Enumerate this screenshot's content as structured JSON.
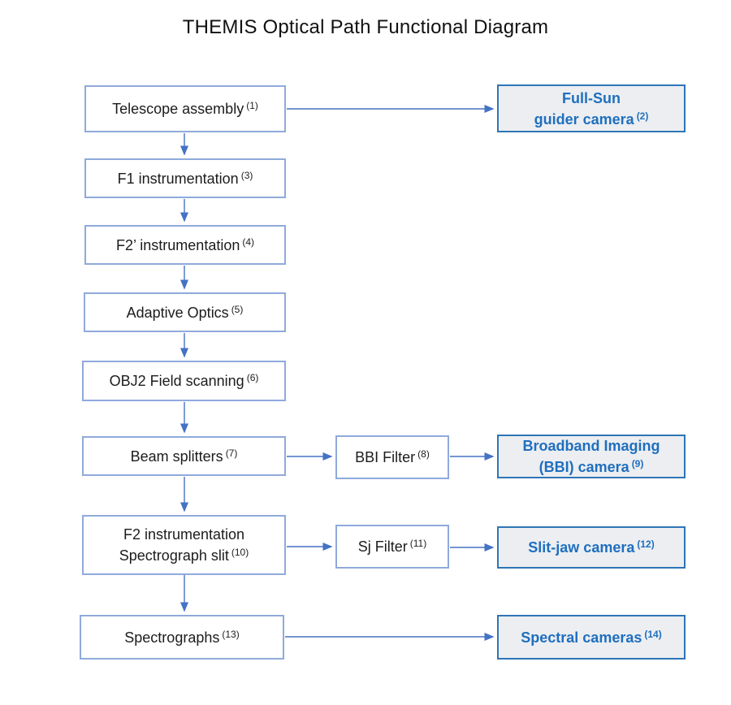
{
  "title": "THEMIS Optical Path Functional Diagram",
  "colors": {
    "arrow-color": "#4472C4",
    "process-border": "#8FAADC",
    "camera-border": "#2E75B6",
    "camera-fill": "#ECEEF1",
    "camera-text": "#1F6FBF",
    "text-color": "#1C1C1C"
  },
  "nodes": {
    "telescope_assembly": {
      "line1": "Telescope assembly",
      "sup": "(1)"
    },
    "full_sun_guider_camera": {
      "line1": "Full-Sun",
      "line2": "guider camera",
      "sup": "(2)"
    },
    "f1_instrumentation": {
      "line1": "F1 instrumentation",
      "sup": "(3)"
    },
    "f2_prime_instrumentation": {
      "line1": "F2’ instrumentation",
      "sup": "(4)"
    },
    "adaptive_optics": {
      "line1": "Adaptive Optics",
      "sup": "(5)"
    },
    "obj2_field_scanning": {
      "line1": "OBJ2 Field scanning",
      "sup": "(6)"
    },
    "beam_splitters": {
      "line1": "Beam splitters",
      "sup": "(7)"
    },
    "bbi_filter": {
      "line1": "BBI Filter",
      "sup": "(8)"
    },
    "broadband_imaging_camera": {
      "line1": "Broadband Imaging",
      "line2": "(BBI) camera",
      "sup": "(9)"
    },
    "f2_instrumentation_slit": {
      "line1": "F2 instrumentation",
      "line2": "Spectrograph slit",
      "sup": "(10)"
    },
    "sj_filter": {
      "line1": "Sj Filter",
      "sup": "(11)"
    },
    "slit_jaw_camera": {
      "line1": "Slit-jaw camera",
      "sup": "(12)"
    },
    "spectrographs": {
      "line1": "Spectrographs",
      "sup": "(13)"
    },
    "spectral_cameras": {
      "line1": "Spectral cameras",
      "sup": "(14)"
    }
  },
  "edges": [
    {
      "from": "telescope_assembly",
      "to": "full_sun_guider_camera"
    },
    {
      "from": "telescope_assembly",
      "to": "f1_instrumentation"
    },
    {
      "from": "f1_instrumentation",
      "to": "f2_prime_instrumentation"
    },
    {
      "from": "f2_prime_instrumentation",
      "to": "adaptive_optics"
    },
    {
      "from": "adaptive_optics",
      "to": "obj2_field_scanning"
    },
    {
      "from": "obj2_field_scanning",
      "to": "beam_splitters"
    },
    {
      "from": "beam_splitters",
      "to": "bbi_filter"
    },
    {
      "from": "bbi_filter",
      "to": "broadband_imaging_camera"
    },
    {
      "from": "beam_splitters",
      "to": "f2_instrumentation_slit"
    },
    {
      "from": "f2_instrumentation_slit",
      "to": "sj_filter"
    },
    {
      "from": "sj_filter",
      "to": "slit_jaw_camera"
    },
    {
      "from": "f2_instrumentation_slit",
      "to": "spectrographs"
    },
    {
      "from": "spectrographs",
      "to": "spectral_cameras"
    }
  ]
}
